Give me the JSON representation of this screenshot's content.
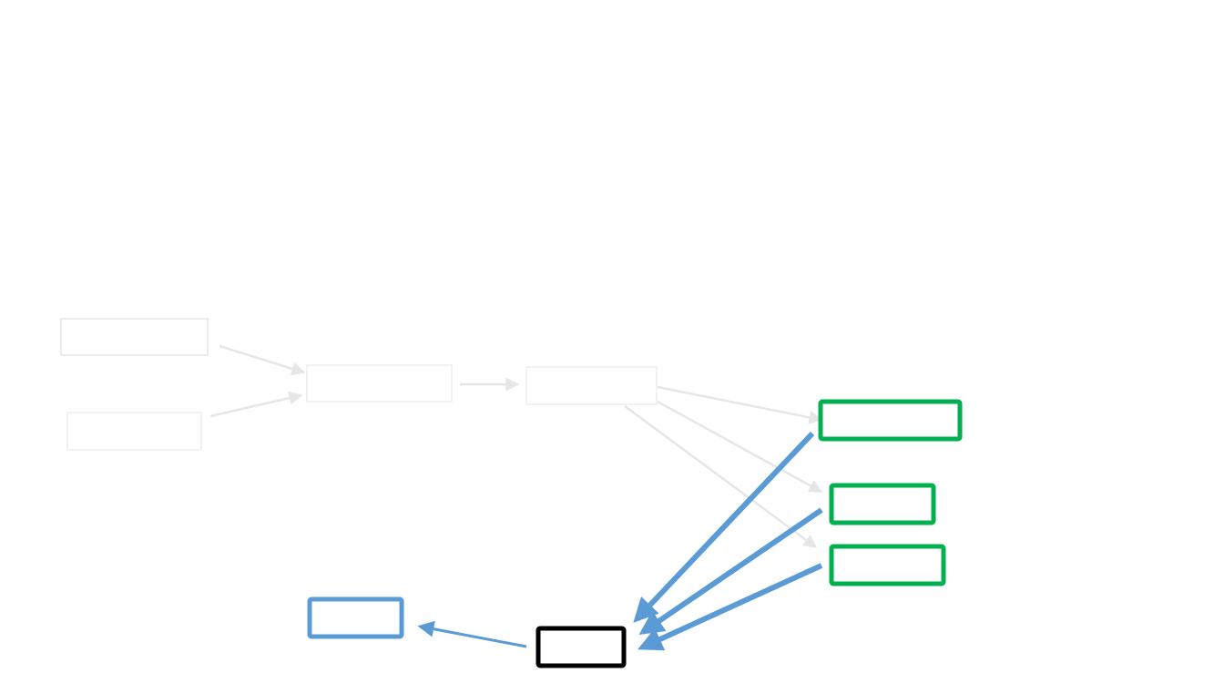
{
  "colors": {
    "background": "#ffffff",
    "faded_box_stroke": "#d9d9d9",
    "faded_arrow": "#e6e6e6",
    "highlight_green": "#00b050",
    "highlight_blue": "#5b9bd5",
    "focus_black": "#000000"
  },
  "diagram": {
    "labels_visible": false,
    "nodes": [
      {
        "id": "input-top-left",
        "style": "faded"
      },
      {
        "id": "input-bottom-left",
        "style": "faded"
      },
      {
        "id": "merge-node",
        "style": "faded"
      },
      {
        "id": "split-node",
        "style": "faded"
      },
      {
        "id": "output-1",
        "style": "green"
      },
      {
        "id": "output-2",
        "style": "green"
      },
      {
        "id": "output-3",
        "style": "green"
      },
      {
        "id": "aggregate-node",
        "style": "black"
      },
      {
        "id": "result-node",
        "style": "blue"
      }
    ],
    "edges": [
      {
        "from": "input-top-left",
        "to": "merge-node",
        "style": "faded"
      },
      {
        "from": "input-bottom-left",
        "to": "merge-node",
        "style": "faded"
      },
      {
        "from": "merge-node",
        "to": "split-node",
        "style": "faded"
      },
      {
        "from": "split-node",
        "to": "output-1",
        "style": "faded"
      },
      {
        "from": "split-node",
        "to": "output-2",
        "style": "faded"
      },
      {
        "from": "split-node",
        "to": "output-3",
        "style": "faded"
      },
      {
        "from": "output-1",
        "to": "aggregate-node",
        "style": "blue-thick"
      },
      {
        "from": "output-2",
        "to": "aggregate-node",
        "style": "blue-thick"
      },
      {
        "from": "output-3",
        "to": "aggregate-node",
        "style": "blue-thick"
      },
      {
        "from": "aggregate-node",
        "to": "result-node",
        "style": "blue-thin"
      }
    ]
  }
}
